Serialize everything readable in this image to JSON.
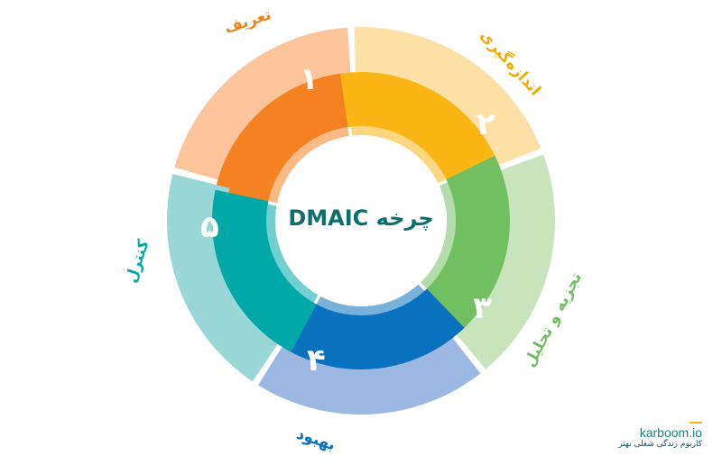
{
  "title": "چرخه DMAIC",
  "segments": [
    {
      "label": "تعریف",
      "number": "۱",
      "color": "#f58220",
      "light": "#fbc49a"
    },
    {
      "label": "اندازه‌گیری",
      "number": "۲",
      "color": "#fbb615",
      "light": "#fde0a6"
    },
    {
      "label": "تجزیه و تحلیل",
      "number": "۳",
      "color": "#72bf62",
      "light": "#c8e4bc"
    },
    {
      "label": "بهبود",
      "number": "۴",
      "color": "#0a71bf",
      "light": "#9ab8e2"
    },
    {
      "label": "کنترل",
      "number": "۵",
      "color": "#00a8a8",
      "light": "#99d6d6"
    }
  ],
  "logo": {
    "name": "karboom.io",
    "tagline": "کاربوم زندگی شغلی بهتر"
  }
}
